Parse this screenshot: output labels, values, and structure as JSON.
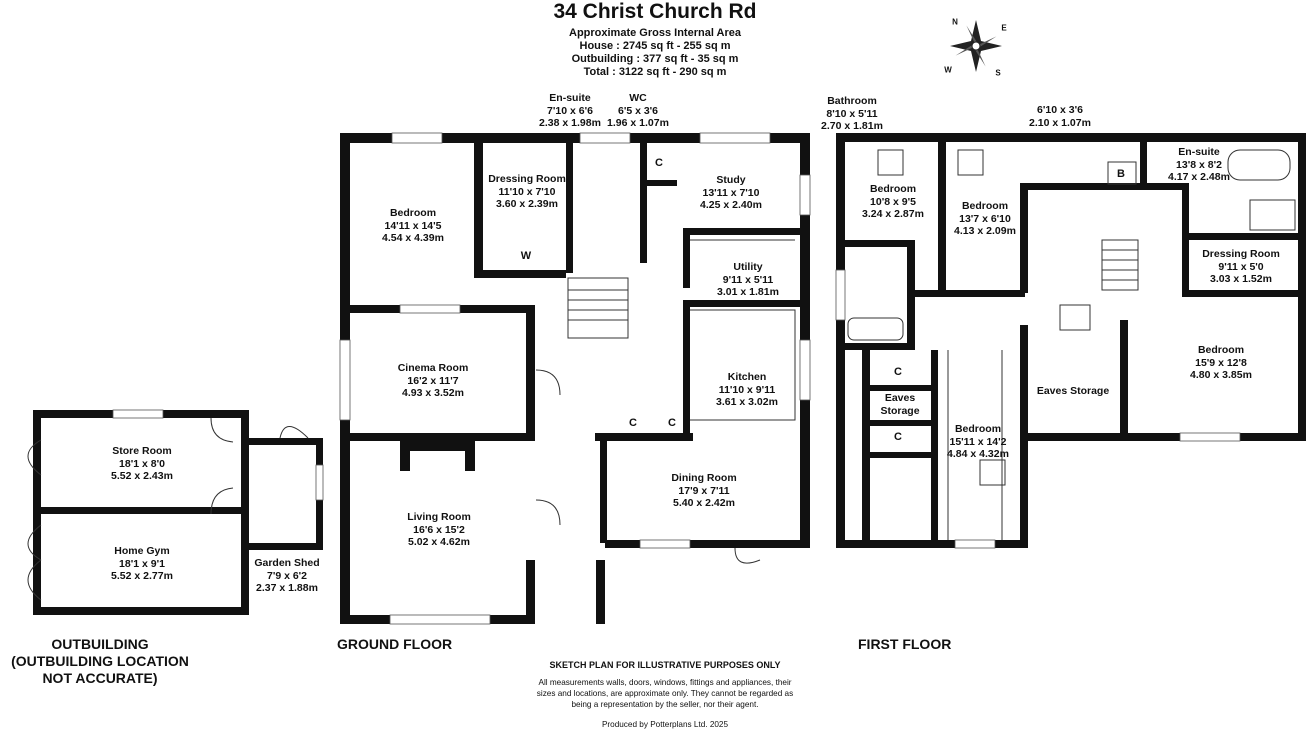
{
  "header": {
    "title": "34 Christ Church Rd",
    "area_heading": "Approximate Gross Internal Area",
    "house": "House : 2745 sq ft - 255 sq m",
    "outbuilding": "Outbuilding : 377 sq ft - 35 sq m",
    "total": "Total : 3122 sq ft - 290 sq m"
  },
  "compass": {
    "icon": "compass-rose-icon",
    "letters": [
      "N",
      "E",
      "S",
      "W"
    ]
  },
  "floors": {
    "outbuilding": [
      "OUTBUILDING",
      "(OUTBUILDING  LOCATION",
      "NOT ACCURATE)"
    ],
    "ground": "GROUND FLOOR",
    "first": "FIRST FLOOR"
  },
  "rooms": {
    "store_room": [
      "Store Room",
      "18'1 x 8'0",
      "5.52 x 2.43m"
    ],
    "home_gym": [
      "Home Gym",
      "18'1 x 9'1",
      "5.52 x 2.77m"
    ],
    "garden_shed": [
      "Garden Shed",
      "7'9 x 6'2",
      "2.37 x 1.88m"
    ],
    "gf_bedroom": [
      "Bedroom",
      "14'11 x 14'5",
      "4.54 x 4.39m"
    ],
    "dressing_room_gf": [
      "Dressing Room",
      "11'10 x 7'10",
      "3.60 x 2.39m"
    ],
    "ensuite_gf": [
      "En-suite",
      "7'10 x 6'6",
      "2.38 x 1.98m"
    ],
    "wc": [
      "WC",
      "6'5 x 3'6",
      "1.96 x 1.07m"
    ],
    "study": [
      "Study",
      "13'11 x 7'10",
      "4.25 x 2.40m"
    ],
    "utility": [
      "Utility",
      "9'11 x 5'11",
      "3.01 x 1.81m"
    ],
    "cinema_room": [
      "Cinema Room",
      "16'2 x 11'7",
      "4.93 x 3.52m"
    ],
    "kitchen": [
      "Kitchen",
      "11'10 x 9'11",
      "3.61 x 3.02m"
    ],
    "living_room": [
      "Living Room",
      "16'6 x 15'2",
      "5.02 x 4.62m"
    ],
    "dining_room": [
      "Dining Room",
      "17'9 x 7'11",
      "5.40 x 2.42m"
    ],
    "bathroom": [
      "Bathroom",
      "8'10 x 5'11",
      "2.70 x 1.81m"
    ],
    "ff_bedroom_1": [
      "Bedroom",
      "10'8 x 9'5",
      "3.24 x 2.87m"
    ],
    "ff_bedroom_2": [
      "Bedroom",
      "13'7 x 6'10",
      "4.13 x 2.09m"
    ],
    "landing_cupboard": [
      "6'10 x 3'6",
      "2.10 x 1.07m"
    ],
    "ensuite_ff": [
      "En-suite",
      "13'8 x 8'2",
      "4.17 x 2.48m"
    ],
    "dressing_room_ff": [
      "Dressing Room",
      "9'11 x 5'0",
      "3.03 x 1.52m"
    ],
    "ff_bedroom_3": [
      "Bedroom",
      "15'9 x 12'8",
      "4.80 x 3.85m"
    ],
    "ff_bedroom_4": [
      "Bedroom",
      "15'11 x 14'2",
      "4.84 x 4.32m"
    ],
    "eaves_storage_1": [
      "Eaves",
      "Storage"
    ],
    "eaves_storage_2": [
      "Eaves Storage"
    ]
  },
  "small_labels": {
    "cupboard": "C",
    "wardrobe": "W",
    "boiler": "B"
  },
  "footer": {
    "disclaimer_title": "SKETCH PLAN FOR ILLUSTRATIVE PURPOSES ONLY",
    "disclaimer_lines": [
      "All measurements walls, doors, windows, fittings and appliances, their",
      "sizes and locations, are approximate only. They cannot be regarded as",
      "being a representation by the seller, nor their agent."
    ],
    "producer": "Produced by Potterplans Ltd. 2025"
  },
  "colors": {
    "wall": "#111111",
    "background": "#ffffff"
  }
}
